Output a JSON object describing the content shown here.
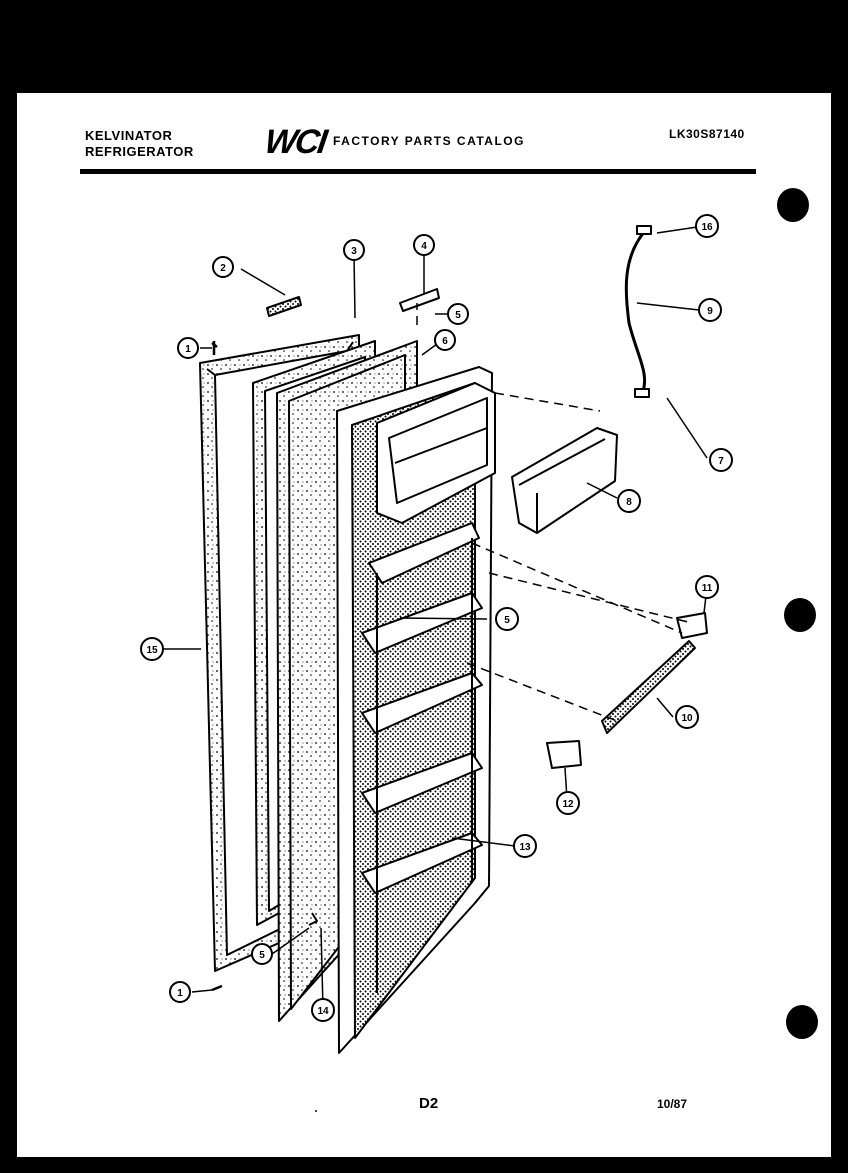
{
  "header": {
    "brand_line1": "KELVINATOR",
    "brand_line2": "REFRIGERATOR",
    "logo_text": "WCI",
    "catalog_title": "FACTORY PARTS CATALOG",
    "model_number": "LK30S87140"
  },
  "footer": {
    "page_code": "D2",
    "date_code": "10/87"
  },
  "callouts": [
    "1",
    "2",
    "3",
    "4",
    "5",
    "6",
    "7",
    "8",
    "9",
    "10",
    "11",
    "12",
    "13",
    "14",
    "15",
    "16"
  ]
}
